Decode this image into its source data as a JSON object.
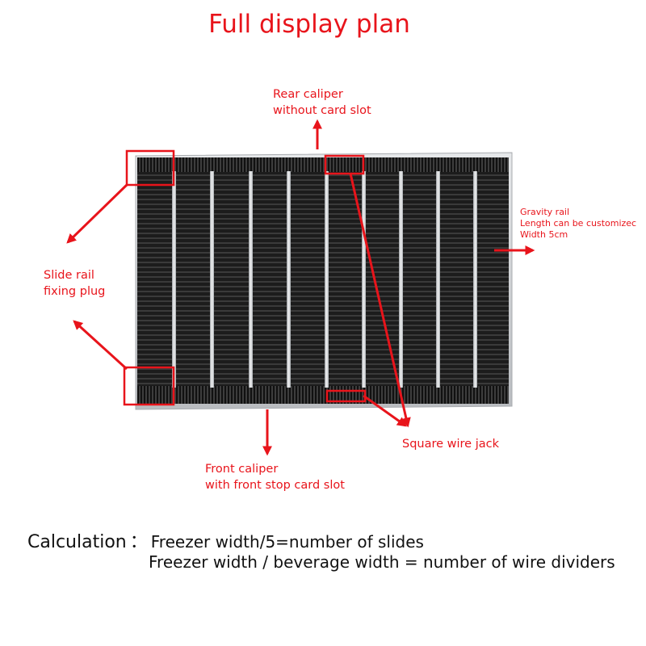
{
  "title": "Full display plan",
  "labels": {
    "rear_caliper": [
      "Rear caliper",
      "without card slot"
    ],
    "gravity_rail": [
      "Gravity rail",
      "Length can be customizec",
      "Width 5cm"
    ],
    "slide_rail_plug": [
      "Slide rail",
      "fixing plug"
    ],
    "square_wire_jack": "Square wire jack",
    "front_caliper": [
      "Front caliper",
      "with front stop card slot"
    ]
  },
  "calculation": {
    "heading": "Calculation",
    "colon": "：",
    "line1": "Freezer width/5=number of slides",
    "line2": "Freezer width / beverage width = number of wire dividers"
  },
  "colors": {
    "annotation": "#e8141b",
    "rail": "#1b1b1b",
    "frame": "#c9ccd0"
  }
}
